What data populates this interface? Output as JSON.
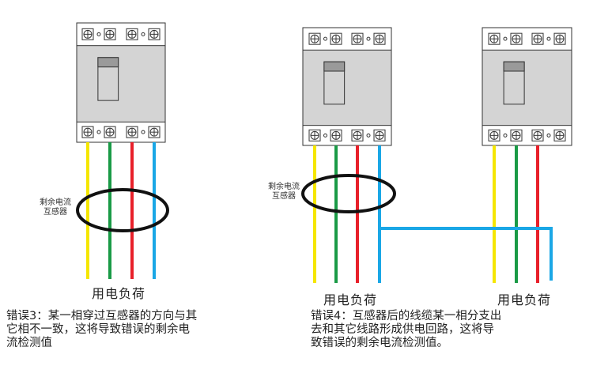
{
  "colors": {
    "yellow": "#f5e600",
    "green": "#1a9a46",
    "red": "#e8202a",
    "blue": "#1aa7e6",
    "ring": "#111111",
    "body": "#d4d4d4"
  },
  "left_panel": {
    "ct_label_line1": "剩余电流",
    "ct_label_line2": "互感器",
    "load_label": "用电负荷",
    "error_lines": [
      "错误3：某一相穿过互感器的方向与其",
      "它相不一致，这将导致错误的剩余电",
      "流检测值"
    ]
  },
  "right_panel": {
    "ct_label_line1": "剩余电流",
    "ct_label_line2": "互感器",
    "load_label_1": "用电负荷",
    "load_label_2": "用电负荷",
    "error_lines": [
      "错误4：互感器后的线缆某一相分支出",
      "去和其它线路形成供电回路，这将导",
      "致错误的剩余电流检测值。"
    ]
  }
}
